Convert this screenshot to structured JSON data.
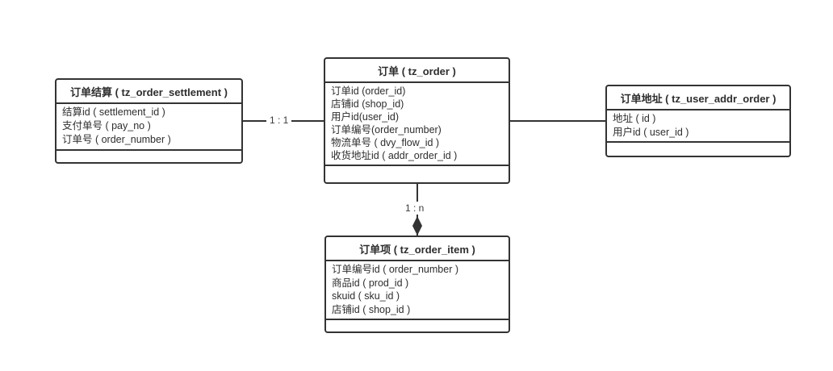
{
  "diagram": {
    "colors": {
      "line": "#333333",
      "text": "#2e2e2e",
      "background": "#ffffff"
    },
    "tables": [
      {
        "title": "订单结算 ( tz_order_settlement )",
        "fields": [
          "结算id ( settlement_id )",
          "支付单号 ( pay_no )",
          "订单号 ( order_number )"
        ]
      },
      {
        "title": "订单 ( tz_order )",
        "fields": [
          "订单id (order_id)",
          "店铺id (shop_id)",
          "用户id(user_id)",
          "订单编号(order_number)",
          "物流单号 ( dvy_flow_id )",
          "收货地址id ( addr_order_id )"
        ]
      },
      {
        "title": "订单地址 ( tz_user_addr_order )",
        "fields": [
          "地址 ( id )",
          "用户id ( user_id )"
        ]
      },
      {
        "title": "订单项 ( tz_order_item )",
        "fields": [
          "订单编号id ( order_number )",
          "商品id ( prod_id )",
          "skuid ( sku_id )",
          "店铺id ( shop_id )"
        ]
      }
    ],
    "relations": [
      {
        "from": "tz_order_settlement",
        "to": "tz_order",
        "label": "1 : 1"
      },
      {
        "from": "tz_order",
        "to": "tz_user_addr_order",
        "label": ""
      },
      {
        "from": "tz_order",
        "to": "tz_order_item",
        "label": "1 : n"
      }
    ]
  }
}
